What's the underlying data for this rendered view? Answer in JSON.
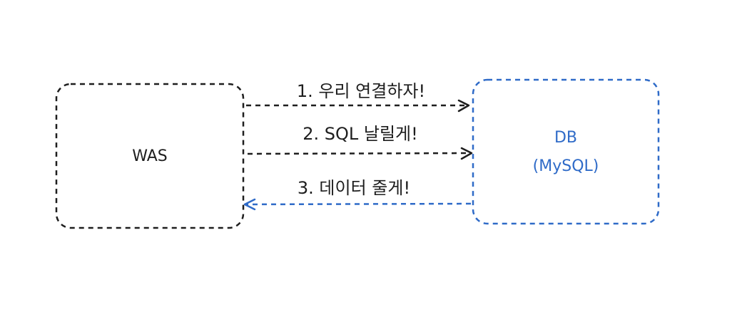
{
  "diagram": {
    "nodes": {
      "was": {
        "label": "WAS"
      },
      "db": {
        "label_line1": "DB",
        "label_line2": "(MySQL)"
      }
    },
    "edges": [
      {
        "label": "1. 우리 연결하자!",
        "from": "WAS",
        "to": "DB"
      },
      {
        "label": "2. SQL 날릴게!",
        "from": "WAS",
        "to": "DB"
      },
      {
        "label": "3. 데이터 줄게!",
        "from": "DB",
        "to": "WAS"
      }
    ]
  },
  "colors": {
    "ink": "#1e1e1e",
    "accent": "#2f6bc8"
  }
}
